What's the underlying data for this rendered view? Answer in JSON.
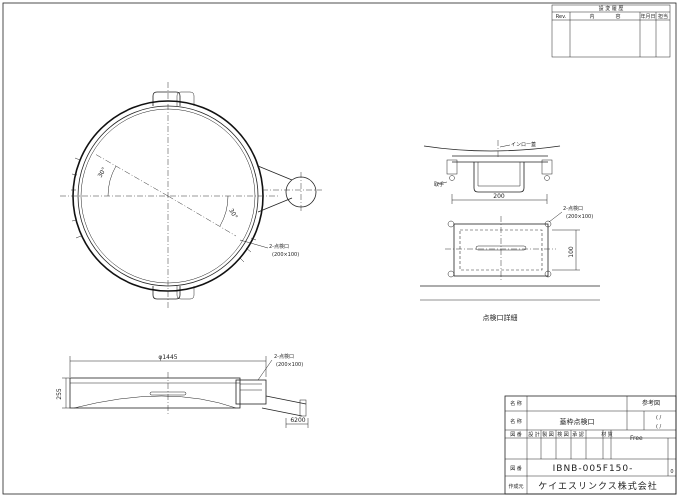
{
  "revision_table": {
    "title": "設 変 履 歴",
    "columns": [
      "Rev.",
      "内",
      "容",
      "年月日",
      "担当"
    ]
  },
  "plan_view": {
    "angle_1": "30°",
    "angle_2": "30°",
    "opening_note": "2-点検口",
    "opening_size": "(200×100)"
  },
  "detail_view": {
    "cover_label": "インロー蓋",
    "handle_label": "取手",
    "width_dim": "200",
    "opening_note": "2-点検口",
    "opening_size": "(200×100)",
    "height_dim": "100",
    "caption": "点検口詳細"
  },
  "side_view": {
    "diameter_dim": "φ1445",
    "height_dim": "255",
    "width_dim": "6200",
    "opening_note": "2-点検口",
    "opening_size": "(200×100)"
  },
  "title_block": {
    "reference_label": "参考図",
    "row_name_label": "名 称",
    "part_name": "蓋枠点検口",
    "scale_1": "( /",
    "scale_2": "( /",
    "col_1": "図 番",
    "col_2": "設 計",
    "col_3": "製 図",
    "col_4": "検 図",
    "col_5": "承 認",
    "col_6": "材 質",
    "material": "Free",
    "drawing_no_label": "図 番",
    "drawing_no": "IBNB-005F150-",
    "company_label": "作成元",
    "company": "ケイエスリンクス株式会社",
    "sheet_mark": "0"
  }
}
